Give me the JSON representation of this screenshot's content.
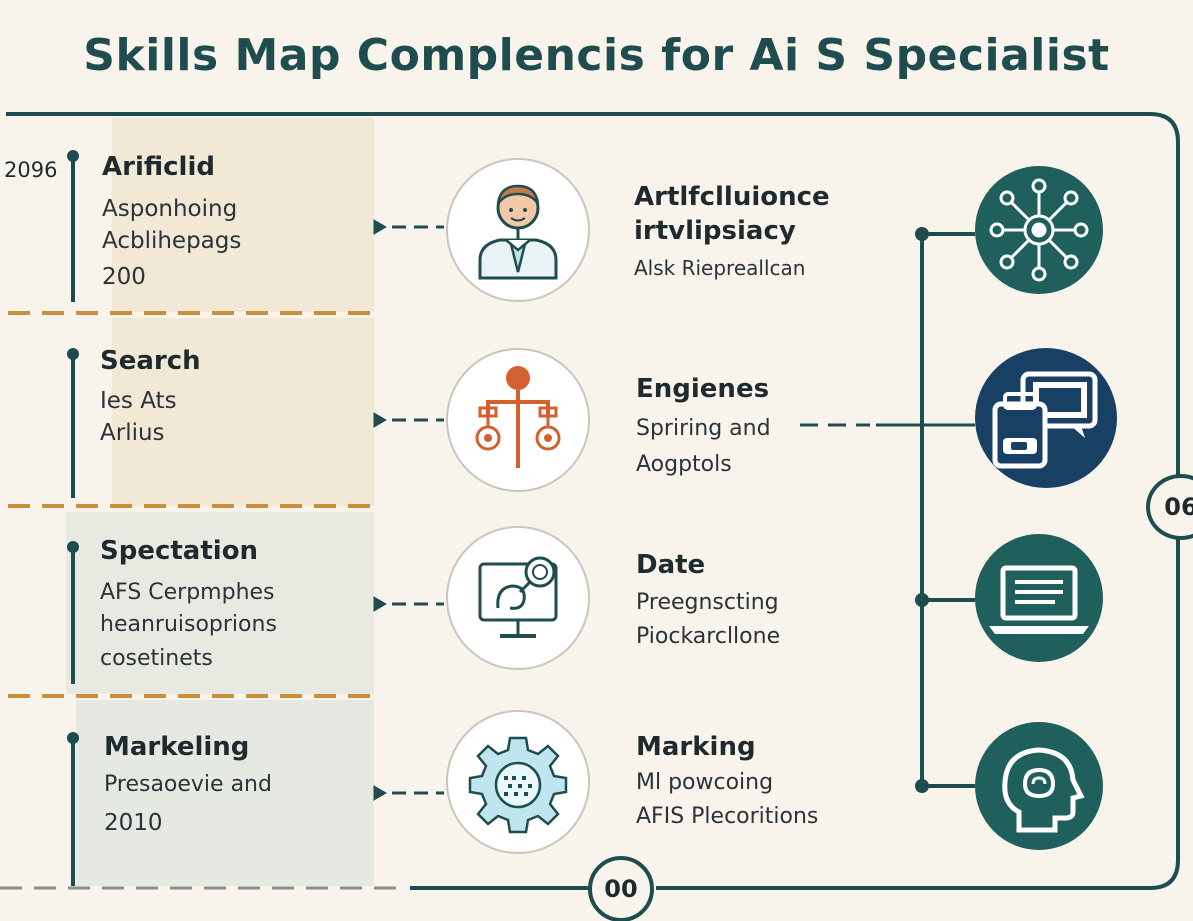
{
  "title": "Skills Map Complencis for Ai S Specialist",
  "colors": {
    "teal": "#1f5f5c",
    "navy": "#183f64",
    "accent_orange": "#d5602f",
    "dash_orange": "#c98f3e",
    "line_dark": "#1f4d4f"
  },
  "left_year": "2096",
  "rows": [
    {
      "left": {
        "heading": "Arificlid",
        "lines": [
          "Asponhoing",
          "Acblihepags",
          "200"
        ]
      },
      "mid": {
        "heading_lines": [
          "Artlfclluionce",
          "irtvlipsiacy"
        ],
        "lines": [
          "Alsk Riepreallcan"
        ]
      },
      "mid_icon": "person-icon",
      "right_icon": "network-icon"
    },
    {
      "left": {
        "heading": "Search",
        "lines": [
          "Ies Ats",
          "Arlius"
        ]
      },
      "mid": {
        "heading_lines": [
          "Engienes"
        ],
        "lines": [
          "Spriring and",
          "Aogptols"
        ]
      },
      "mid_icon": "hierarchy-icon",
      "right_icon": "devices-icon"
    },
    {
      "left": {
        "heading": "Spectation",
        "lines": [
          "AFS Cerpmphes",
          "heanruisoprions",
          "cosetinets"
        ]
      },
      "mid": {
        "heading_lines": [
          "Date"
        ],
        "lines": [
          "Preegnscting",
          "Piockarcllone"
        ]
      },
      "mid_icon": "monitor-icon",
      "right_icon": "laptop-icon"
    },
    {
      "left": {
        "heading": "Markeling",
        "lines": [
          "Presaoevie and",
          "2010"
        ]
      },
      "mid": {
        "heading_lines": [
          "Marking"
        ],
        "lines": [
          "Ml powcoing",
          "AFIS Plecoritions"
        ]
      },
      "mid_icon": "gear-icon",
      "right_icon": "head-brain-icon"
    }
  ],
  "badges": {
    "bottom": "00",
    "right": "06"
  }
}
